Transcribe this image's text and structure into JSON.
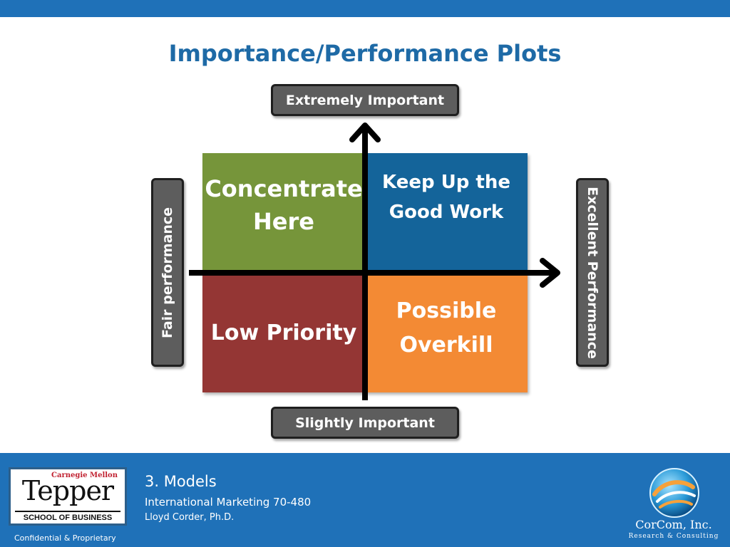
{
  "slide": {
    "title": "Importance/Performance Plots"
  },
  "axes": {
    "top": "Extremely Important",
    "bottom": "Slightly Important",
    "left": "Fair performance",
    "right": "Excellent Performance"
  },
  "quadrants": {
    "top_left": {
      "line1": "Concentrate",
      "line2": "Here"
    },
    "top_right": {
      "line1": "Keep Up the",
      "line2": "Good Work"
    },
    "bottom_left": {
      "line1": "Low Priority"
    },
    "bottom_right": {
      "line1": "Possible",
      "line2": "Overkill"
    }
  },
  "footer": {
    "section": "3. Models",
    "course": "International Marketing 70-480",
    "author": "Lloyd Corder, Ph.D.",
    "confidential": "Confidential & Proprietary",
    "left_logo": {
      "top": "Carnegie Mellon",
      "main": "Tepper",
      "bottom": "SCHOOL OF BUSINESS"
    },
    "right_logo": {
      "name": "CorCom, Inc.",
      "tagline": "Research & Consulting"
    }
  },
  "colors": {
    "concentrate": "#76953a",
    "keep_up": "#14649a",
    "low_priority": "#943634",
    "overkill": "#f38a34",
    "title": "#1e6aa6",
    "footer": "#1f71b8",
    "label_box": "#5d5d5d"
  }
}
